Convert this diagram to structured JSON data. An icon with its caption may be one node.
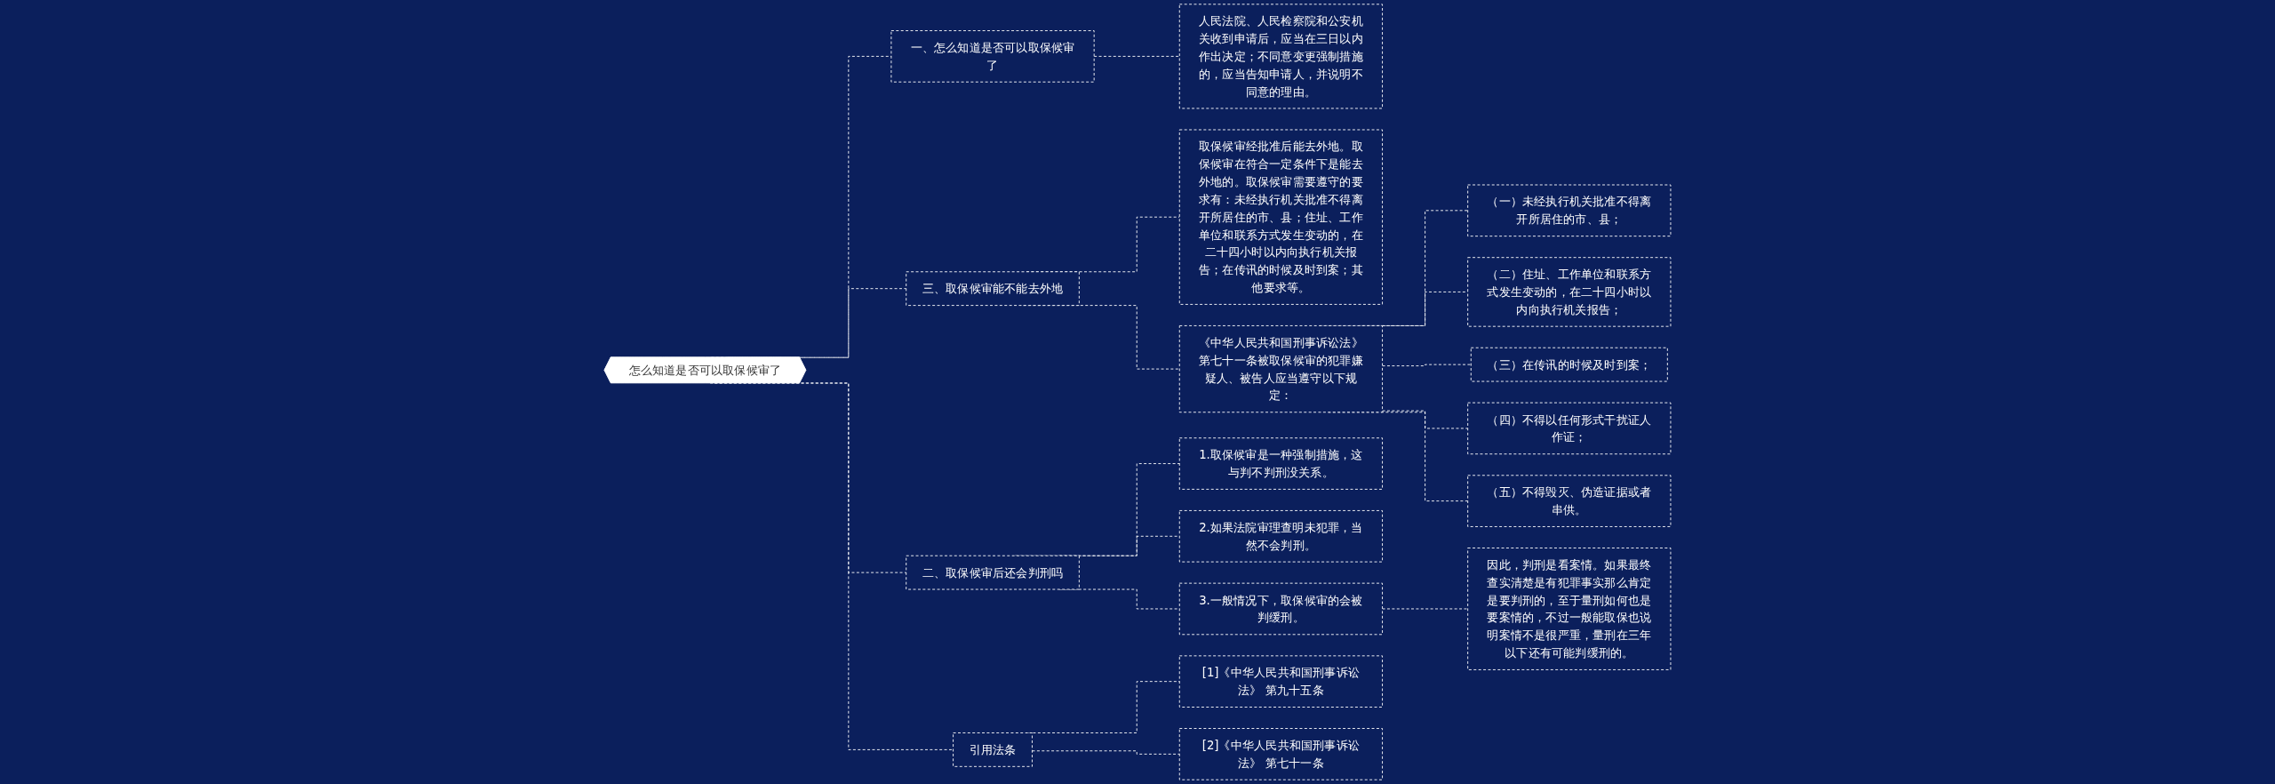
{
  "diagram": {
    "nodes": [
      {
        "text": [
          "怎么知道是否可以取保候审了"
        ]
      },
      {
        "text": [
          "一、怎么知道是否可以取保候审了"
        ]
      },
      {
        "text": [
          "人民法院、人民检察院和公安机关收到申请后，应当在三日以内作出决定；不同意变更强制措施的，应当告知申请人，并说明不同意的理由。"
        ]
      },
      {
        "text": [
          "三、取保候审能不能去外地"
        ]
      },
      {
        "text": [
          "取保候审经批准后能去外地。取保候审在符合一定条件下是能去外地的。取保候审需要遵守的要求有：未经执行机关批准不得离开所居住的市、县；住址、工作单位和联系方式发生变动的，在二十四小时以内向执行机关报告；在传讯的时候及时到案；其他要求等。"
        ]
      },
      {
        "text": [
          "《中华人民共和国刑事诉讼法》第七十一条被取保候审的犯罪嫌疑人、被告人应当遵守以下规定："
        ]
      },
      {
        "text": [
          "（一）未经执行机关批准不得离开所居住的市、县；"
        ]
      },
      {
        "text": [
          "（二）住址、工作单位和联系方式发生变动的，在二十四小时以内向执行机关报告；"
        ]
      },
      {
        "text": [
          "（三）在传讯的时候及时到案；"
        ]
      },
      {
        "text": [
          "（四）不得以任何形式干扰证人作证；"
        ]
      },
      {
        "text": [
          "（五）不得毁灭、伪造证据或者串供。"
        ]
      },
      {
        "text": [
          "二、取保候审后还会判刑吗"
        ]
      },
      {
        "text": [
          "1.取保候审是一种强制措施，这与判不判刑没关系。"
        ]
      },
      {
        "text": [
          "2.如果法院审理查明未犯罪，当然不会判刑。"
        ]
      },
      {
        "text": [
          "3.一般情况下，取保候审的会被判缓刑。"
        ]
      },
      {
        "text": [
          "因此，判刑是看案情。如果最终查实清楚是有犯罪事实那么肯定是要判刑的，至于量刑如何也是要案情的，不过一般能取保也说明案情不是很严重，量刑在三年以下还有可能判缓刑的。"
        ]
      },
      {
        "text": [
          "引用法条"
        ]
      },
      {
        "text": [
          "[1]《中华人民共和国刑事诉讼法》 第九十五条"
        ]
      },
      {
        "text": [
          "[2]《中华人民共和国刑事诉讼法》 第七十一条"
        ]
      }
    ],
    "edges": [
      {
        "from": 0,
        "to": 1,
        "arrow": "none"
      },
      {
        "from": 1,
        "to": 2,
        "arrow": "none"
      },
      {
        "from": 0,
        "to": 3,
        "arrow": "none"
      },
      {
        "from": 3,
        "to": 4,
        "arrow": "none"
      },
      {
        "from": 3,
        "to": 5,
        "arrow": "none"
      },
      {
        "from": 5,
        "to": 6,
        "arrow": "none"
      },
      {
        "from": 5,
        "to": 7,
        "arrow": "none"
      },
      {
        "from": 5,
        "to": 8,
        "arrow": "none"
      },
      {
        "from": 5,
        "to": 9,
        "arrow": "none"
      },
      {
        "from": 5,
        "to": 10,
        "arrow": "none"
      },
      {
        "from": 0,
        "to": 11,
        "arrow": "none"
      },
      {
        "from": 11,
        "to": 12,
        "arrow": "none"
      },
      {
        "from": 11,
        "to": 13,
        "arrow": "none"
      },
      {
        "from": 11,
        "to": 14,
        "arrow": "none"
      },
      {
        "from": 14,
        "to": 15,
        "arrow": "none"
      },
      {
        "from": 0,
        "to": 16,
        "arrow": "none"
      },
      {
        "from": 16,
        "to": 17,
        "arrow": "none"
      },
      {
        "from": 16,
        "to": 18,
        "arrow": "none"
      }
    ]
  }
}
